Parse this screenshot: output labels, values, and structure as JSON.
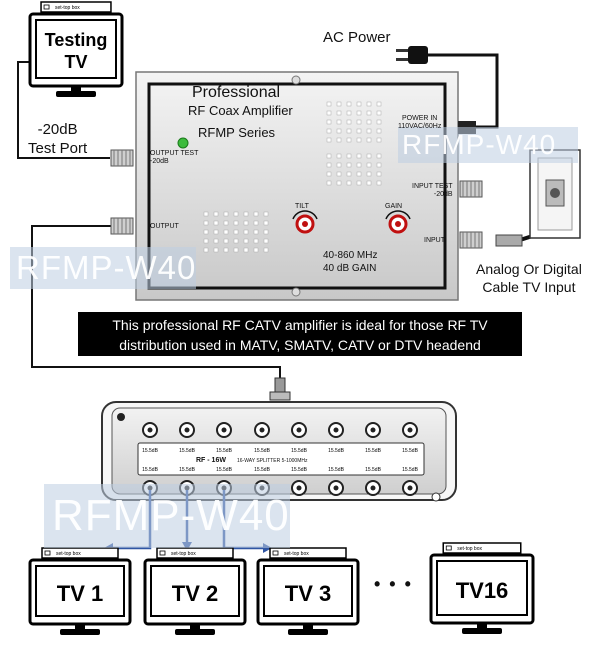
{
  "labels": {
    "testing_tv": "Testing TV",
    "test_port": "-20dB\nTest Port",
    "ac_power": "AC Power",
    "analog_input": "Analog Or Digital\nCable TV Input",
    "set_top_box": "set-top box",
    "ellipsis": "• • •"
  },
  "amplifier": {
    "title": "Professional",
    "subtitle": "RF Coax Amplifier",
    "series": "RFMP Series",
    "output_test": "OUTPUT TEST\n-20dB",
    "output": "OUTPUT",
    "power_in": "POWER IN\n110VAC/60Hz",
    "input_test": "INPUT TEST\n-20dB",
    "input": "INPUT",
    "tilt": "TILT",
    "gain": "GAIN",
    "freq": "40-860 MHz",
    "gain_spec": "40 dB GAIN"
  },
  "splitter": {
    "model": "RF - 16W",
    "desc": "16-WAY SPLITTER  5-1000MHz",
    "port_label": "15.5dB"
  },
  "tvs": [
    {
      "name": "TV 1"
    },
    {
      "name": "TV 2"
    },
    {
      "name": "TV 3"
    },
    {
      "name": "TV16"
    }
  ],
  "banner": "This professional RF CATV amplifier is ideal for those RF TV distribution used in MATV, SMATV, CATV or DTV headend",
  "watermark": "RFMP-W40"
}
